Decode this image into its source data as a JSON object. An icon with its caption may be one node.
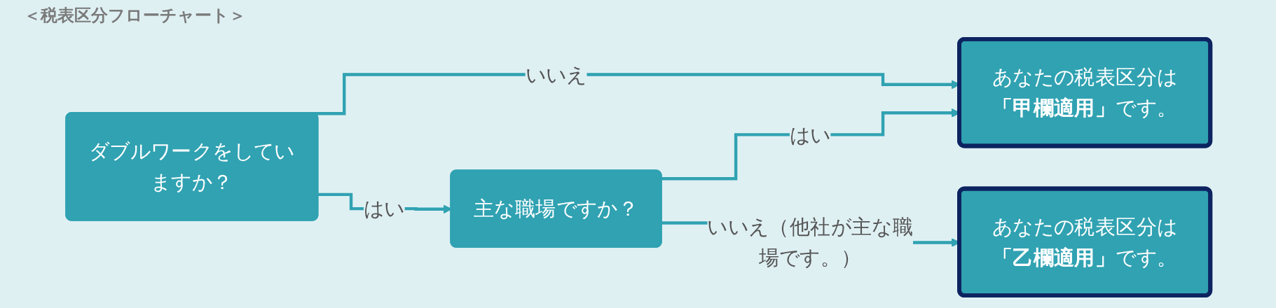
{
  "diagram": {
    "title": "＜税表区分フローチャート＞",
    "nodes": [
      {
        "text": [
          "ダブルワークをしていますか？"
        ]
      },
      {
        "text": [
          "主な職場ですか？"
        ]
      },
      {
        "text": [
          "あなたの税表区分は**「甲欄適用」**です。"
        ]
      },
      {
        "text": [
          "あなたの税表区分は**「乙欄適用」**です。"
        ]
      }
    ],
    "edges": [
      {
        "from": 0,
        "to": 2,
        "arrow": "to",
        "label": "いいえ"
      },
      {
        "from": 0,
        "to": 1,
        "arrow": "to",
        "label": "はい"
      },
      {
        "from": 1,
        "to": 2,
        "arrow": "to",
        "label": "はい"
      },
      {
        "from": 1,
        "to": 3,
        "arrow": "to",
        "label": "いいえ（他社が主な職場です。）"
      }
    ]
  }
}
